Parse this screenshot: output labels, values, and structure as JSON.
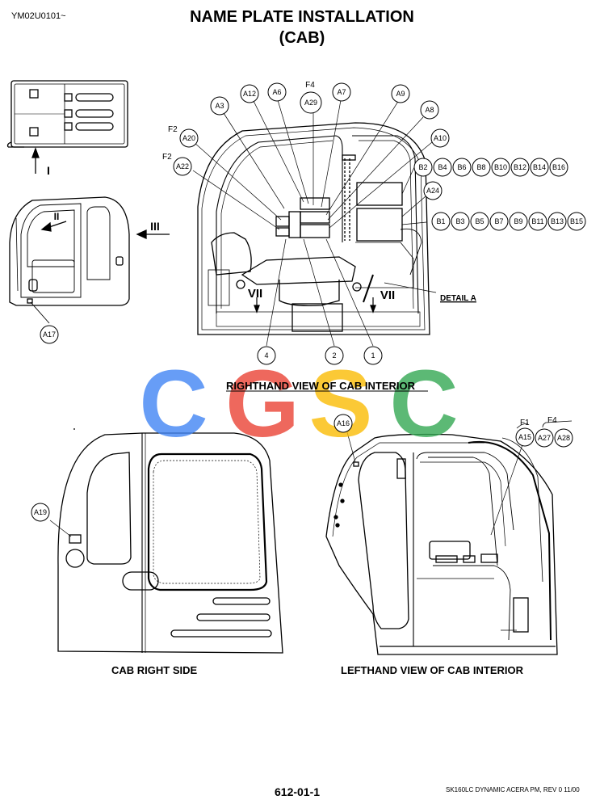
{
  "header": {
    "doc_id": "YM02U0101~",
    "title_line1": "NAME PLATE INSTALLATION",
    "title_line2": "(CAB)"
  },
  "views": {
    "righthand_interior": "RIGHTHAND VIEW OF CAB INTERIOR",
    "cab_right_side": "CAB RIGHT SIDE",
    "lefthand_interior": "LEFTHAND VIEW OF CAB INTERIOR"
  },
  "watermark": {
    "text": "CGSC",
    "colors": [
      "#4285F4",
      "#EA4335",
      "#FBBC05",
      "#34A853"
    ]
  },
  "labels": {
    "detail_a": "DETAIL A",
    "arrow_i": "I",
    "arrow_ii": "II",
    "arrow_iii": "III",
    "view_vii_left": "VII",
    "view_vii_right": "VII"
  },
  "fuse_refs": {
    "f4_top": "F4",
    "f2_a": "F2",
    "f2_b": "F2",
    "f1": "F1",
    "f4_bottom": "F4"
  },
  "callouts": {
    "a3": "A3",
    "a12": "A12",
    "a6": "A6",
    "a29": "A29",
    "a7": "A7",
    "a9": "A9",
    "a8": "A8",
    "a10": "A10",
    "a20": "A20",
    "a22": "A22",
    "a24": "A24",
    "a17": "A17",
    "a19": "A19",
    "a16": "A16",
    "a15": "A15",
    "a27": "A27",
    "a28": "A28",
    "n4": "4",
    "n2": "2",
    "n1": "1",
    "b_top": [
      "B2",
      "B4",
      "B6",
      "B8",
      "B10",
      "B12",
      "B14",
      "B16"
    ],
    "b_bottom": [
      "B1",
      "B3",
      "B5",
      "B7",
      "B9",
      "B11",
      "B13",
      "B15"
    ]
  },
  "footer": {
    "page_number": "612-01-1",
    "revision": "SK160LC DYNAMIC ACERA PM, REV 0  11/00"
  }
}
